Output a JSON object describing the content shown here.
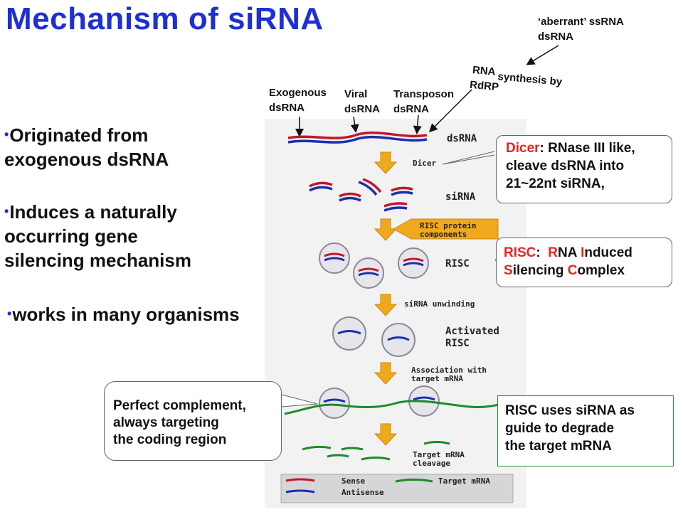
{
  "title": "Mechanism of siRNA",
  "bullets": [
    {
      "line1": "Originated from",
      "line2": "exogenous dsRNA"
    },
    {
      "line1": "Induces a naturally",
      "line2": "occurring gene",
      "line3": "silencing mechanism"
    },
    {
      "line1": "works in many organisms"
    }
  ],
  "top_labels": {
    "aberrant_line1": "‘aberrant’ ssRNA",
    "aberrant_line2": "dsRNA",
    "rdrp_part1": "RNA",
    "rdrp_part2": "synthesis by",
    "rdrp_part3": "RdRP",
    "exogenous_line1": "Exogenous",
    "exogenous_line2": "dsRNA",
    "viral_line1": "Viral",
    "viral_line2": "dsRNA",
    "transposon_line1": "Transposon",
    "transposon_line2": "dsRNA"
  },
  "steps": {
    "dsrna": "dsRNA",
    "dicer": "Dicer",
    "sirna": "siRNA",
    "risc_components_line1": "RISC protein",
    "risc_components_line2": "components",
    "risc": "RISC",
    "unwinding": "siRNA unwinding",
    "activated_line1": "Activated",
    "activated_line2": "RISC",
    "association_line1": "Association with",
    "association_line2": "target mRNA",
    "cleavage_line1": "Target mRNA",
    "cleavage_line2": "cleavage"
  },
  "legend": {
    "sense": "Sense",
    "antisense": "Antisense",
    "target": "Target mRNA"
  },
  "callouts": {
    "dicer": {
      "term": "Dicer",
      "rest_line1": ": RNase III like,",
      "line2": "cleave dsRNA into",
      "line3": "21~22nt siRNA,"
    },
    "risc": {
      "r1": "RISC",
      "r1_rest": ":  ",
      "r2": "R",
      "r2_rest": "NA ",
      "r3": "I",
      "r3_rest": "nduced",
      "s": "S",
      "s_rest": "ilencing ",
      "c": "C",
      "c_rest": "omplex"
    },
    "guide": {
      "line1": "RISC uses siRNA as",
      "line2": "guide to degrade",
      "line3": "the target mRNA"
    },
    "perfect": {
      "line1": "Perfect complement,",
      "line2": "always targeting",
      "line3": "the coding region"
    }
  },
  "colors": {
    "title_blue": "#1f2fd6",
    "sense_red": "#c0182a",
    "antisense_blue": "#1a2fb0",
    "target_green": "#1e8a2a",
    "arrow_gold": "#f0a81c",
    "callout_red": "#e8231f"
  }
}
